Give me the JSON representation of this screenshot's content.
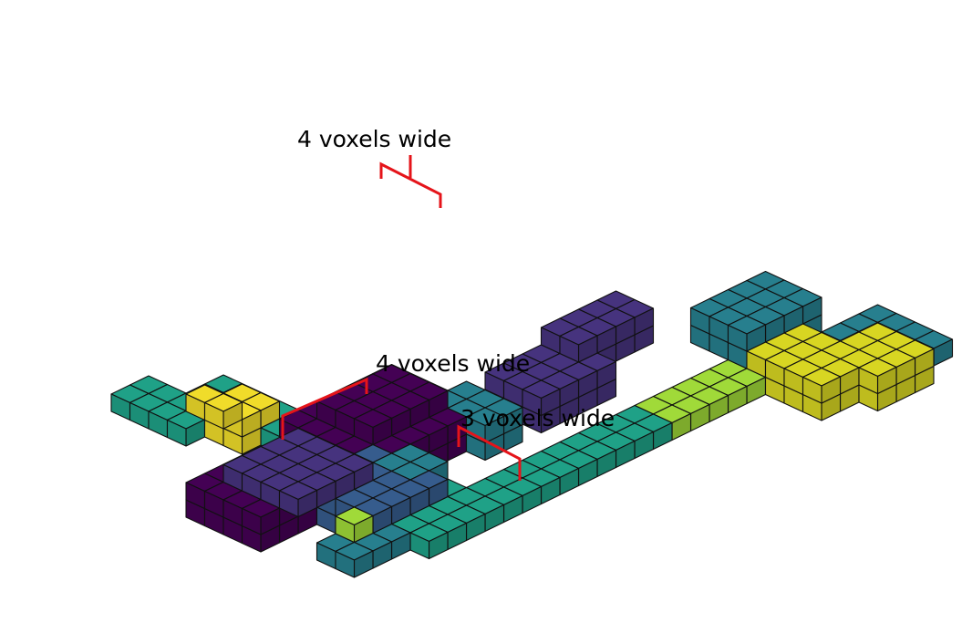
{
  "annotations": [
    {
      "text": "4 voxels wide"
    },
    {
      "text": "4 voxels wide"
    },
    {
      "text": "3 voxels wide"
    }
  ],
  "colors": {
    "background": "#ffffff",
    "bracket": "#e5141a",
    "outline": "#111111",
    "palette": [
      "#440154",
      "#46337e",
      "#365c8d",
      "#277f8e",
      "#1fa187",
      "#4ac16d",
      "#a0da39",
      "#d8d622",
      "#f0dc2a"
    ]
  }
}
